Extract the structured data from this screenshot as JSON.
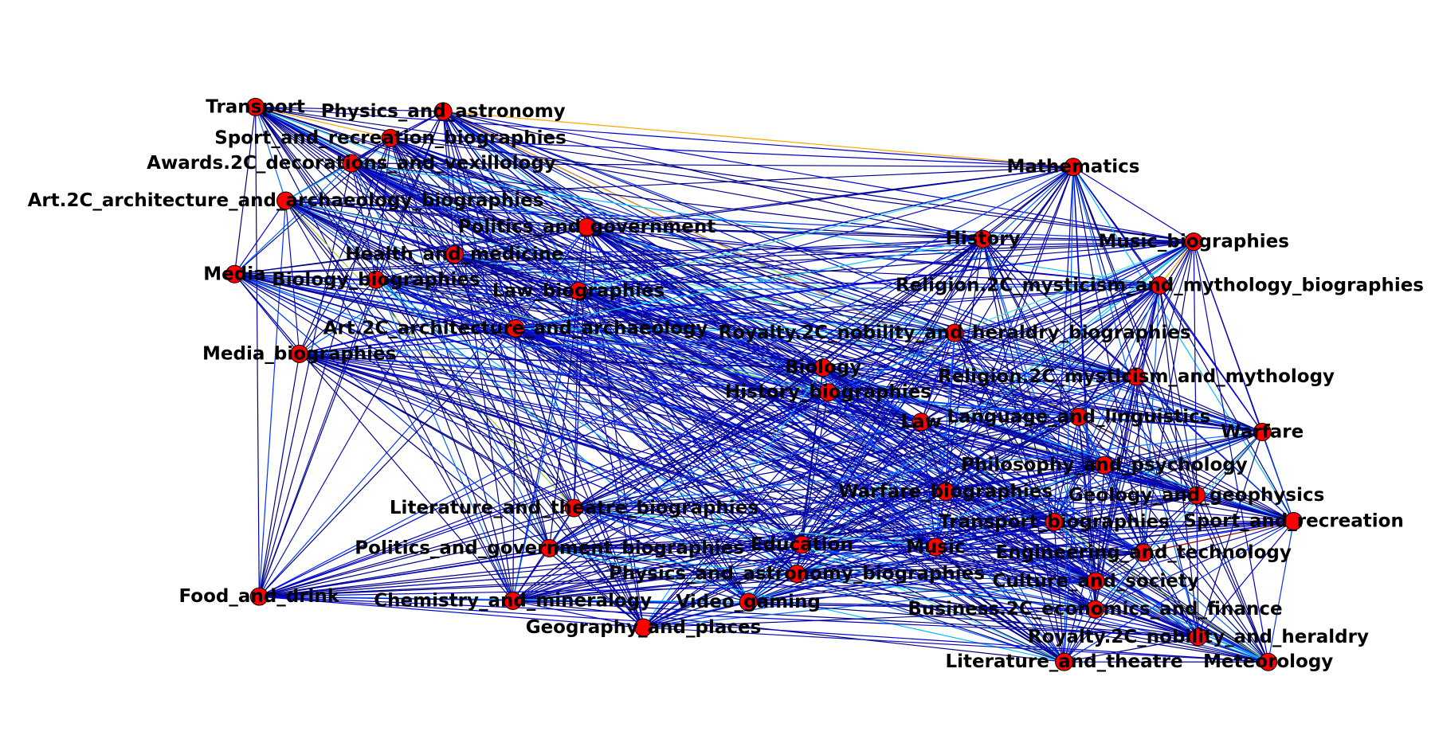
{
  "graph": {
    "node_color": "#ff0000",
    "edge_colors": [
      "#00008b",
      "#0000cd",
      "#1010b0",
      "#0033ff",
      "#0066ff",
      "#00bfff",
      "#40e0d0",
      "#9acd32",
      "#ffa500",
      "#8b0000"
    ],
    "nodes": [
      "Transport",
      "Physics_and_astronomy",
      "Sport_and_recreation_biographies",
      "Awards.2C_decorations_and_vexillology",
      "Art.2C_architecture_and_archaeology_biographies",
      "Politics_and_government",
      "Health_and_medicine",
      "Media",
      "Biology_biographies",
      "Law_biographies",
      "Art.2C_architecture_and_archaeology",
      "Media_biographies",
      "Mathematics",
      "History",
      "Music_biographies",
      "Religion.2C_mysticism_and_mythology_biographies",
      "Royalty.2C_nobility_and_heraldry_biographies",
      "Biology",
      "History_biographies",
      "Religion.2C_mysticism_and_mythology",
      "Law",
      "Language_and_linguistics",
      "Warfare_biographies",
      "Warfare",
      "Philosophy_and_psychology",
      "Sport_and_recreation",
      "Transport_biographies",
      "Geology_and_geophysics",
      "Music",
      "Literature_and_theatre_biographies",
      "Politics_and_government_biographies",
      "Education",
      "Physics_and_astronomy_biographies",
      "Engineering_and_technology",
      "Chemistry_and_mineralogy",
      "Geography_and_places",
      "Video_gaming",
      "Food_and_drink",
      "Culture_and_society",
      "Business.2C_economics_and_finance",
      "Literature_and_theatre",
      "Royalty.2C_nobility_and_heraldry",
      "Meteorology"
    ]
  }
}
